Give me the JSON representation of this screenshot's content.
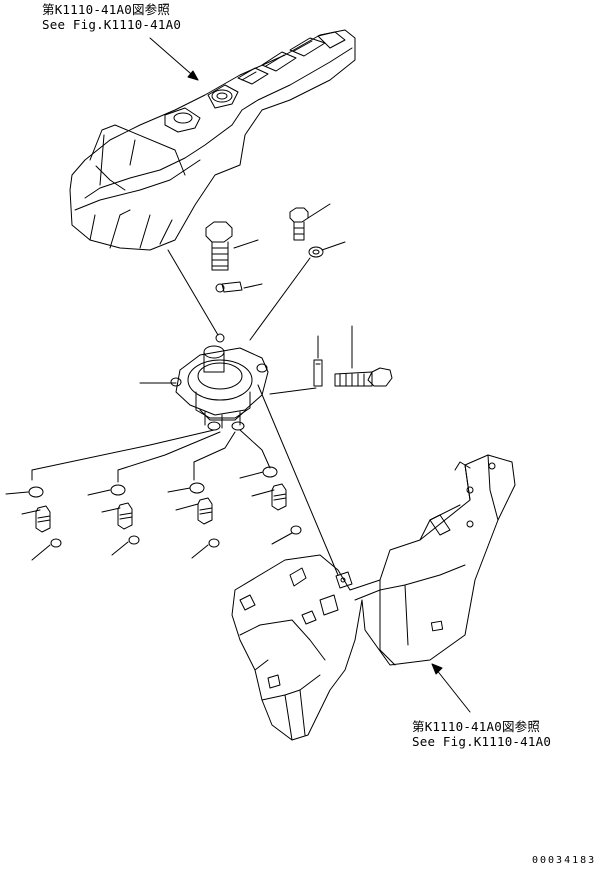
{
  "callouts": {
    "top": {
      "line1": "第K1110-41A0図参照",
      "line2": "See Fig.K1110-41A0"
    },
    "bottom": {
      "line1": "第K1110-41A0図参照",
      "line2": "See Fig.K1110-41A0"
    }
  },
  "drawing_number": "00034183",
  "colors": {
    "ink": "#000000",
    "paper": "#ffffff"
  }
}
